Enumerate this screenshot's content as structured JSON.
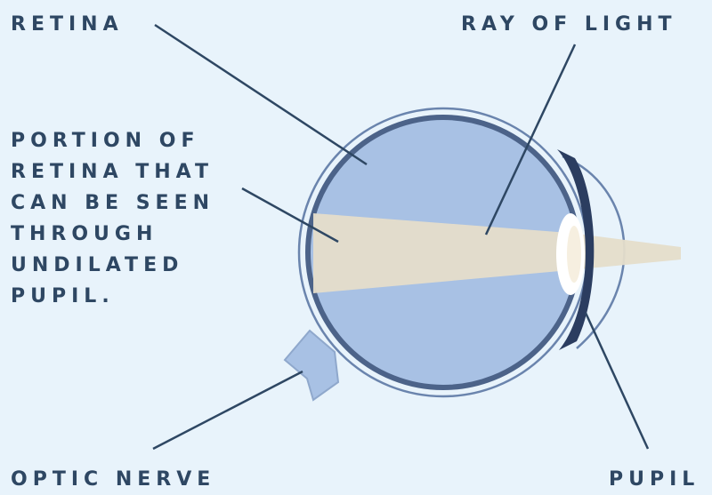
{
  "labels": {
    "retina": "RETINA",
    "ray_of_light": "RAY OF LIGHT",
    "portion": [
      "PORTION OF",
      "RETINA THAT",
      "CAN BE SEEN",
      "THROUGH",
      "UNDILATED",
      "PUPIL."
    ],
    "optic_nerve": "OPTIC NERVE",
    "pupil": "PUPIL"
  },
  "colors": {
    "background": "#e8f3fb",
    "label_text": "#2e4763",
    "eye_fill": "#a8c1e4",
    "eye_outline": "#4c6389",
    "light_beam": "#e5ddca",
    "iris": "#2b3d60",
    "lens": "#ffffff"
  }
}
